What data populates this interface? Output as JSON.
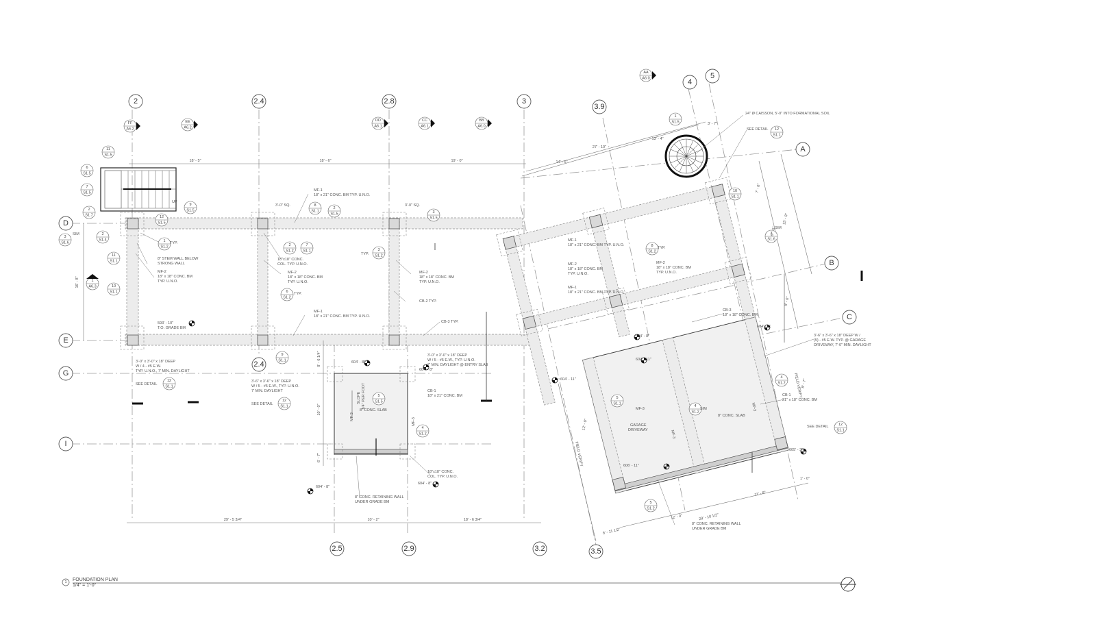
{
  "grid_bubbles": {
    "g2": "2",
    "g24": "2.4",
    "g28": "2.8",
    "g3": "3",
    "g39": "3.9",
    "g4": "4",
    "g5": "5",
    "gA": "A",
    "gB": "B",
    "gC": "C",
    "gD": "D",
    "gE": "E",
    "gG": "G",
    "gI": "I",
    "g24b": "2.4",
    "g25": "2.5",
    "g29": "2.9",
    "g32": "3.2",
    "g35": "3.5"
  },
  "section_marks": {
    "ff": [
      "FF",
      "A6.2"
    ],
    "ee": [
      "EE",
      "A6.2"
    ],
    "dd": [
      "DD",
      "A6.1"
    ],
    "cc": [
      "CC",
      "A6.1"
    ],
    "bb": [
      "BB",
      "A6.0"
    ],
    "aa": [
      "AA",
      "A6.0"
    ],
    "one": [
      "1",
      "A6.3"
    ]
  },
  "detail_tags": [
    [
      "11",
      "S1.5"
    ],
    [
      "6",
      "S1.5"
    ],
    [
      "7",
      "S1.5"
    ],
    [
      "2",
      "S1.7"
    ],
    [
      "3",
      "S1.6"
    ],
    [
      "2",
      "S1.4"
    ],
    [
      "11",
      "S1.1"
    ],
    [
      "10",
      "S1.1"
    ],
    [
      "12",
      "S1.5"
    ],
    [
      "1",
      "S1.2"
    ],
    [
      "9",
      "S1.5"
    ],
    [
      "8",
      "S1.1"
    ],
    [
      "2",
      "S1.5"
    ],
    [
      "2",
      "S1.2"
    ],
    [
      "7",
      "S1.1"
    ],
    [
      "6",
      "S1.2"
    ],
    [
      "9",
      "S1.1"
    ],
    [
      "12",
      "S1.1"
    ],
    [
      "12",
      "S1.1"
    ],
    [
      "3",
      "S1.5"
    ],
    [
      "3",
      "S1.2"
    ],
    [
      "5",
      "S1.5"
    ],
    [
      "4",
      "S1.2"
    ],
    [
      "1",
      "S1.5"
    ],
    [
      "12",
      "S1.1"
    ],
    [
      "10",
      "S1.1"
    ],
    [
      "3",
      "S1.6"
    ],
    [
      "8",
      "S1.2"
    ],
    [
      "5",
      "S1.1"
    ],
    [
      "4",
      "S1.2"
    ],
    [
      "4",
      "S1.2"
    ],
    [
      "12",
      "S1.1"
    ],
    [
      "5",
      "S1.2"
    ]
  ],
  "dimensions": {
    "top1": "18' - 5\"",
    "top2": "18' - 6\"",
    "top3": "19' - 0\"",
    "bot1": "29' - 5 3/4\"",
    "bot2": "10' - 2\"",
    "bot3": "18' - 6 3/4\"",
    "rt1": "14' - 6\"",
    "rt2": "27' - 10\"",
    "rt3": "13' - 4\"",
    "rt4": "3' - 7\"",
    "left1": "16' - 8\"",
    "mid1": "8' - 6 1/4\"",
    "mid2": "10' - 0\"",
    "mid3": "6' - 7\"",
    "rside1": "7' - 0\"",
    "rside2": "15' - 8\"",
    "rside3": "6' - 6\"",
    "rside4": "8' - 0\"",
    "rside5": "8' - 7\"",
    "rside6": "1' - 0\"",
    "rb1": "12' - 0\"",
    "rb2": "29' - 10 1/2\"",
    "rb3": "11' - 8\"",
    "rb4": "6' - 11 1/2\"",
    "rl1": "12' - 0\""
  },
  "elevations": {
    "e1": "593' - 10\"",
    "e1b": "T.O. GRADE BM",
    "e2": "604' - 8\"",
    "e3": "604' - 8\"",
    "e4": "604' - 8\"",
    "e5": "604' - 8\"",
    "e6": "604' - 11\"",
    "e7": "604' - 11\"",
    "e8": "604' - 8\"",
    "e9": "606' - 11\"",
    "e10": "605' - 3\"",
    "e11": "604' - 8\""
  },
  "notes": {
    "mf1a": "MF-1",
    "mf1a2": "18\" x 21\" CONC. BM TYP. U.N.O.",
    "sq1": "3'-0\" SQ.",
    "sq2": "3'-0\" SQ.",
    "typ1": "TYP.",
    "typ2": "TYP.",
    "typ3": "TYP.",
    "typ4": "TYP.",
    "sim1": "SIM",
    "sim2": "SIM",
    "sim3": "SIM",
    "stem1": "8\" STEM WALL BELOW",
    "stem2": "STRONG WALL",
    "mf2a": "MF-2",
    "mf2a2": "18\" x 18\" CONC. BM",
    "mf2a3": "TYP. U.N.O.",
    "col1": "18\"x18\" CONC.",
    "col2": "COL. TYP. U.N.O.",
    "mf2b": "MF-2",
    "mf2b2": "18\" x 18\" CONC. BM",
    "mf2b3": "TYP. U.N.O.",
    "mf2c": "MF-2",
    "mf2c2": "18\" x 18\" CONC. BM",
    "mf2c3": "TYP. U.N.O.",
    "cb2": "CB-2 TYP.",
    "mf1b": "MF-1",
    "mf1b2": "18\" x 21\" CONC. BM TYP. U.N.O.",
    "cb3": "CB-3 TYP.",
    "ft1": "3'-0\" x 3'-0\" x 18\" DEEP",
    "ft1b": "W / 4 - #5 E.W.",
    "ft1c": "TYP. U.N.O., 7' MIN. DAYLIGHT",
    "seed1": "SEE DETAIL",
    "ft2": "3'-6\" x 3'-6\" x 18\" DEEP",
    "ft2b": "W / 5 - #5 E.W., TYP. U.N.O.",
    "ft2c": "7' MIN. DAYLIGHT",
    "seed2": "SEE DETAIL",
    "ft3": "3'-0\" x 3'-0\" x 18\" DEEP",
    "ft3b": "W / 5 - #5 E.W., TYP. U.N.O.",
    "ft3c": "7' MIN. DAYLIGHT @ ENTRY SLAB",
    "slope1": "SLOPE",
    "slope2": "1/4\" PER FOOT",
    "slab1": "8\" CONC. SLAB",
    "cb1a": "CB-1",
    "cb1a2": "18\" x 21\" CONC. BM",
    "col3": "18\"x18\" CONC.",
    "col4": "COL. TYP. U.N.O.",
    "rw1": "8\" CONC. RETAINING WALL",
    "rw1b": "UNDER GRADE BM",
    "mf3a": "MF-3",
    "mf3b": "MF-3",
    "caisson": "24\" Ø CAISSON, 5'-0\" INTO FORMATIONAL SOIL",
    "seed3": "SEE DETAIL",
    "mf1c": "MF-1",
    "mf1c2": "18\" x 21\" CONC. BM TYP. U.N.O.",
    "mf2d": "MF-2",
    "mf2d2": "18\" x 18\" CONC. BM",
    "mf2d3": "TYP. U.N.O.",
    "mf2e": "MF-2",
    "mf2e2": "18\" x 18\" CONC. BM",
    "mf2e3": "TYP. U.N.O.",
    "mf1d": "MF-1",
    "mf1d2": "18\" x 21\" CONC. BM TYP. U.N.O.",
    "cb3b": "CB-3",
    "cb3b2": "18\" x 18\" CONC. BM",
    "ft4": "3'-6\" x 3'-6\" x 18\" DEEP W /",
    "ft4b": "(5) - #5 E.W. TYP. @ GARAGE",
    "ft4c": "DRIVEWAY, 7'-0\" MIN. DAYLIGHT",
    "fv1": "FIELD VERIFY",
    "fv2": "FIELD VERIFY",
    "cb1b": "CB-1",
    "cb1b2": "21\" x 18\" CONC. BM",
    "seed4": "SEE DETAIL",
    "garage1": "GARAGE",
    "garage2": "DRIVEWAY",
    "slab2": "8\" CONC. SLAB",
    "mf3c": "MF-3",
    "mf3d": "MF-3",
    "mf3e": "MF-3",
    "rw2": "8\" CONC. RETAINING WALL",
    "rw2b": "UNDER GRADE BM",
    "up": "UP"
  },
  "title": {
    "num": "1",
    "name": "FOUNDATION PLAN",
    "scale": "1/4\" = 1'-0\""
  }
}
